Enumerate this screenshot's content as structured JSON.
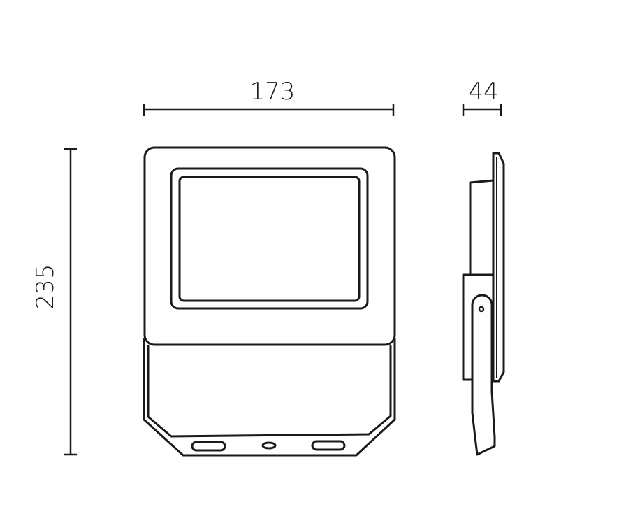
{
  "dimensions": {
    "width": "173",
    "depth": "44",
    "height": "235"
  },
  "colors": {
    "stroke": "#1a1a1a",
    "background": "#ffffff"
  }
}
